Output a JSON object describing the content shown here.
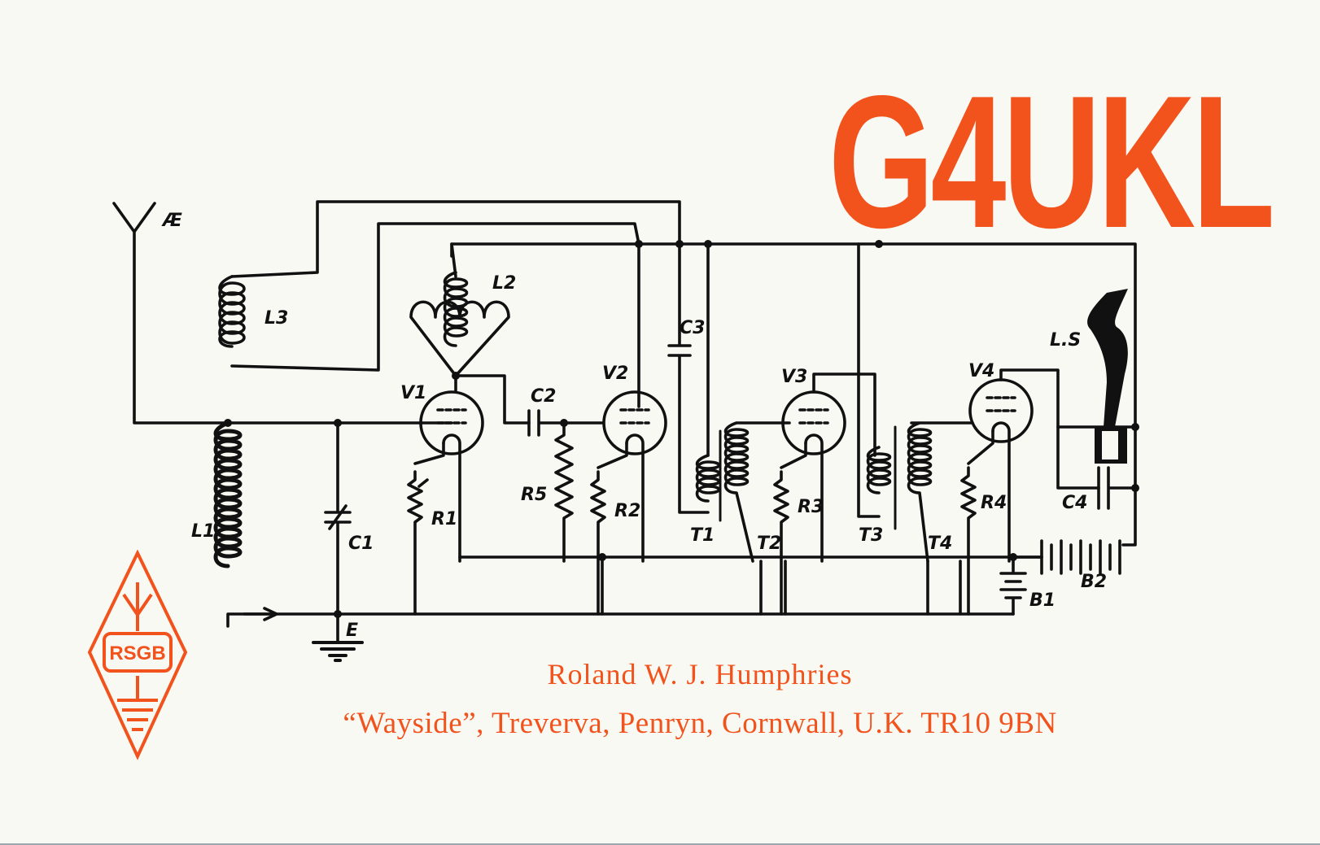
{
  "card": {
    "callsign": "G4UKL",
    "operator_name": "Roland W. J. Humphries",
    "address": "“Wayside”, Treverva, Penryn, Cornwall, U.K. TR10 9BN"
  },
  "logo": {
    "text": "RSGB",
    "icon": "rsgb-aerial-diamond-logo"
  },
  "schematic": {
    "labels": {
      "aerial": "Æ",
      "earth": "E",
      "L1": "L1",
      "L2": "L2",
      "L3": "L3",
      "C1": "C1",
      "C2": "C2",
      "C3": "C3",
      "C4": "C4",
      "R1": "R1",
      "R2": "R2",
      "R3": "R3",
      "R4": "R4",
      "R5": "R5",
      "V1": "V1",
      "V2": "V2",
      "V3": "V3",
      "V4": "V4",
      "T1": "T1",
      "T2": "T2",
      "T3": "T3",
      "T4": "T4",
      "B1": "B1",
      "B2": "B2",
      "LS": "L.S"
    }
  },
  "colors": {
    "accent": "#f2521c",
    "ink": "#111111",
    "paper": "#f9f9f4"
  }
}
